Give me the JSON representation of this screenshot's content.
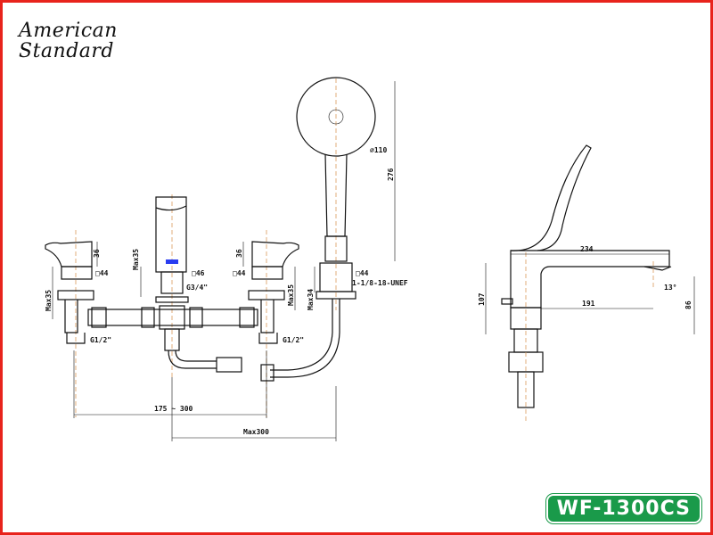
{
  "brand": {
    "line1": "American",
    "line2": "Standard"
  },
  "model": "WF-1300CS",
  "front_view": {
    "left_handle_height": "36",
    "left_handle_square": "□44",
    "left_max_deck": "Max35",
    "spout_max_deck": "Max35",
    "spout_square": "□46",
    "spout_thread": "G3/4\"",
    "right_handle_height": "36",
    "right_handle_square": "□44",
    "right_max_deck": "Max35",
    "shower_holder_square": "□44",
    "shower_max_deck": "Max34",
    "shower_thread": "1-1/8-18-UNEF",
    "left_inlet": "G1/2\"",
    "right_inlet": "G1/2\"",
    "handle_spacing": "175 ~ 300",
    "shower_spacing": "Max300",
    "head_diameter": "⌀110",
    "shower_height": "276"
  },
  "side_view": {
    "length": "234",
    "height": "107",
    "reach": "191",
    "spout_height": "86",
    "angle": "13°"
  },
  "colors": {
    "border": "#e8231c",
    "badge": "#1a9a4a"
  }
}
